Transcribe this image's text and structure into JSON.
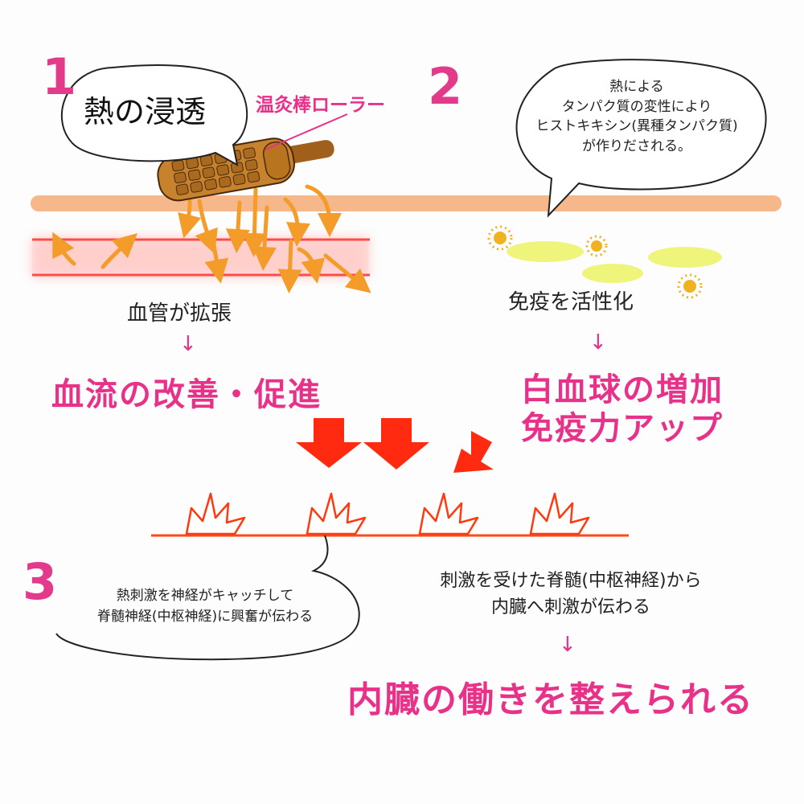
{
  "step1": {
    "number": "1",
    "bubble_text": "熱の浸透",
    "roller_label": "温灸棒ローラー"
  },
  "step2": {
    "number": "2",
    "bubble_lines": [
      "熱による",
      "タンパク質の変性により",
      "ヒストキキシン(異種タンパク質)",
      "が作りだされる。"
    ]
  },
  "left_branch": {
    "caption": "血管が拡張",
    "result": "血流の改善・促進"
  },
  "right_branch": {
    "caption": "免疫を活性化",
    "result_line1": "白血球の増加",
    "result_line2": "免疫力アップ"
  },
  "step3": {
    "number": "3",
    "bubble_lines": [
      "熱刺激を神経がキャッチして",
      "脊髄神経(中枢神経)に興奮が伝わる"
    ]
  },
  "bottom": {
    "caption_line1": "刺激を受けた脊髄(中枢神経)から",
    "caption_line2": "内臓へ刺激が伝わる",
    "result": "内臓の働きを整えられる"
  },
  "arrow_glyph": "↓",
  "colors": {
    "accent_pink": "#e8328a",
    "skin_line": "#f6b88a",
    "vessel_red": "#ff4a4a",
    "heat_orange": "#f39c2a",
    "down_arrow_red": "#ff2a10",
    "roller_brown": "#c7822d",
    "cell_yellow": "#eef57a"
  }
}
